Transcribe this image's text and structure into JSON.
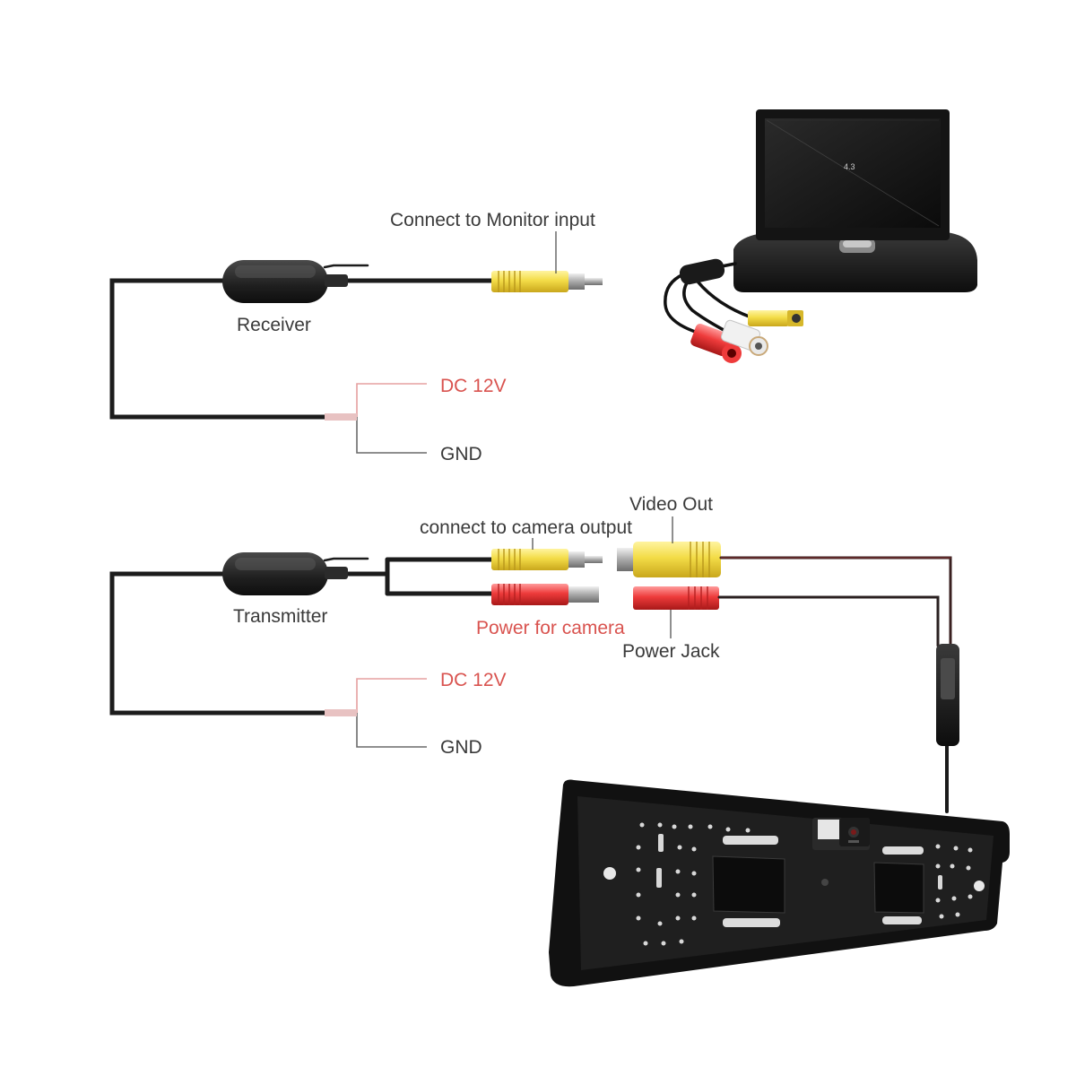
{
  "receiver_section": {
    "device_label": "Receiver",
    "connector_label": "Connect to Monitor input",
    "power_label": "DC 12V",
    "ground_label": "GND"
  },
  "transmitter_section": {
    "device_label": "Transmitter",
    "connector_label": "connect to camera output",
    "power_label": "Power for camera",
    "dc_label": "DC 12V",
    "ground_label": "GND"
  },
  "camera_section": {
    "video_label": "Video Out",
    "power_label": "Power Jack"
  },
  "monitor": {
    "screen_text": "4.3"
  },
  "colors": {
    "cable": "#1c1c1c",
    "power_wire": "#e5a0a0",
    "ground_wire": "#6a6a6a",
    "yellow_plug": "#f3dc47",
    "red_plug": "#ee3b3b",
    "label_text": "#3a3a3a",
    "red_text": "#d9534f"
  }
}
